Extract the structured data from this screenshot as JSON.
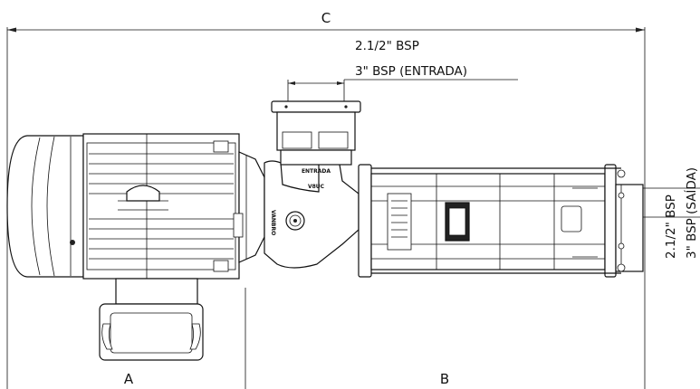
{
  "dimensions": {
    "c_label": "C",
    "a_label": "A",
    "b_label": "B"
  },
  "inlet": {
    "line1": "2.1/2\" BSP",
    "line2": "3\" BSP (ENTRADA)"
  },
  "outlet": {
    "line1": "2.1/2\" BSP",
    "line2": "3\" BSP (SAÍDA)"
  },
  "pump_markings": {
    "entrada": "ENTRADA",
    "brand_top": "V8UC",
    "brand_side": "VANBRO"
  },
  "colors": {
    "line": "#111111",
    "background": "#ffffff"
  }
}
